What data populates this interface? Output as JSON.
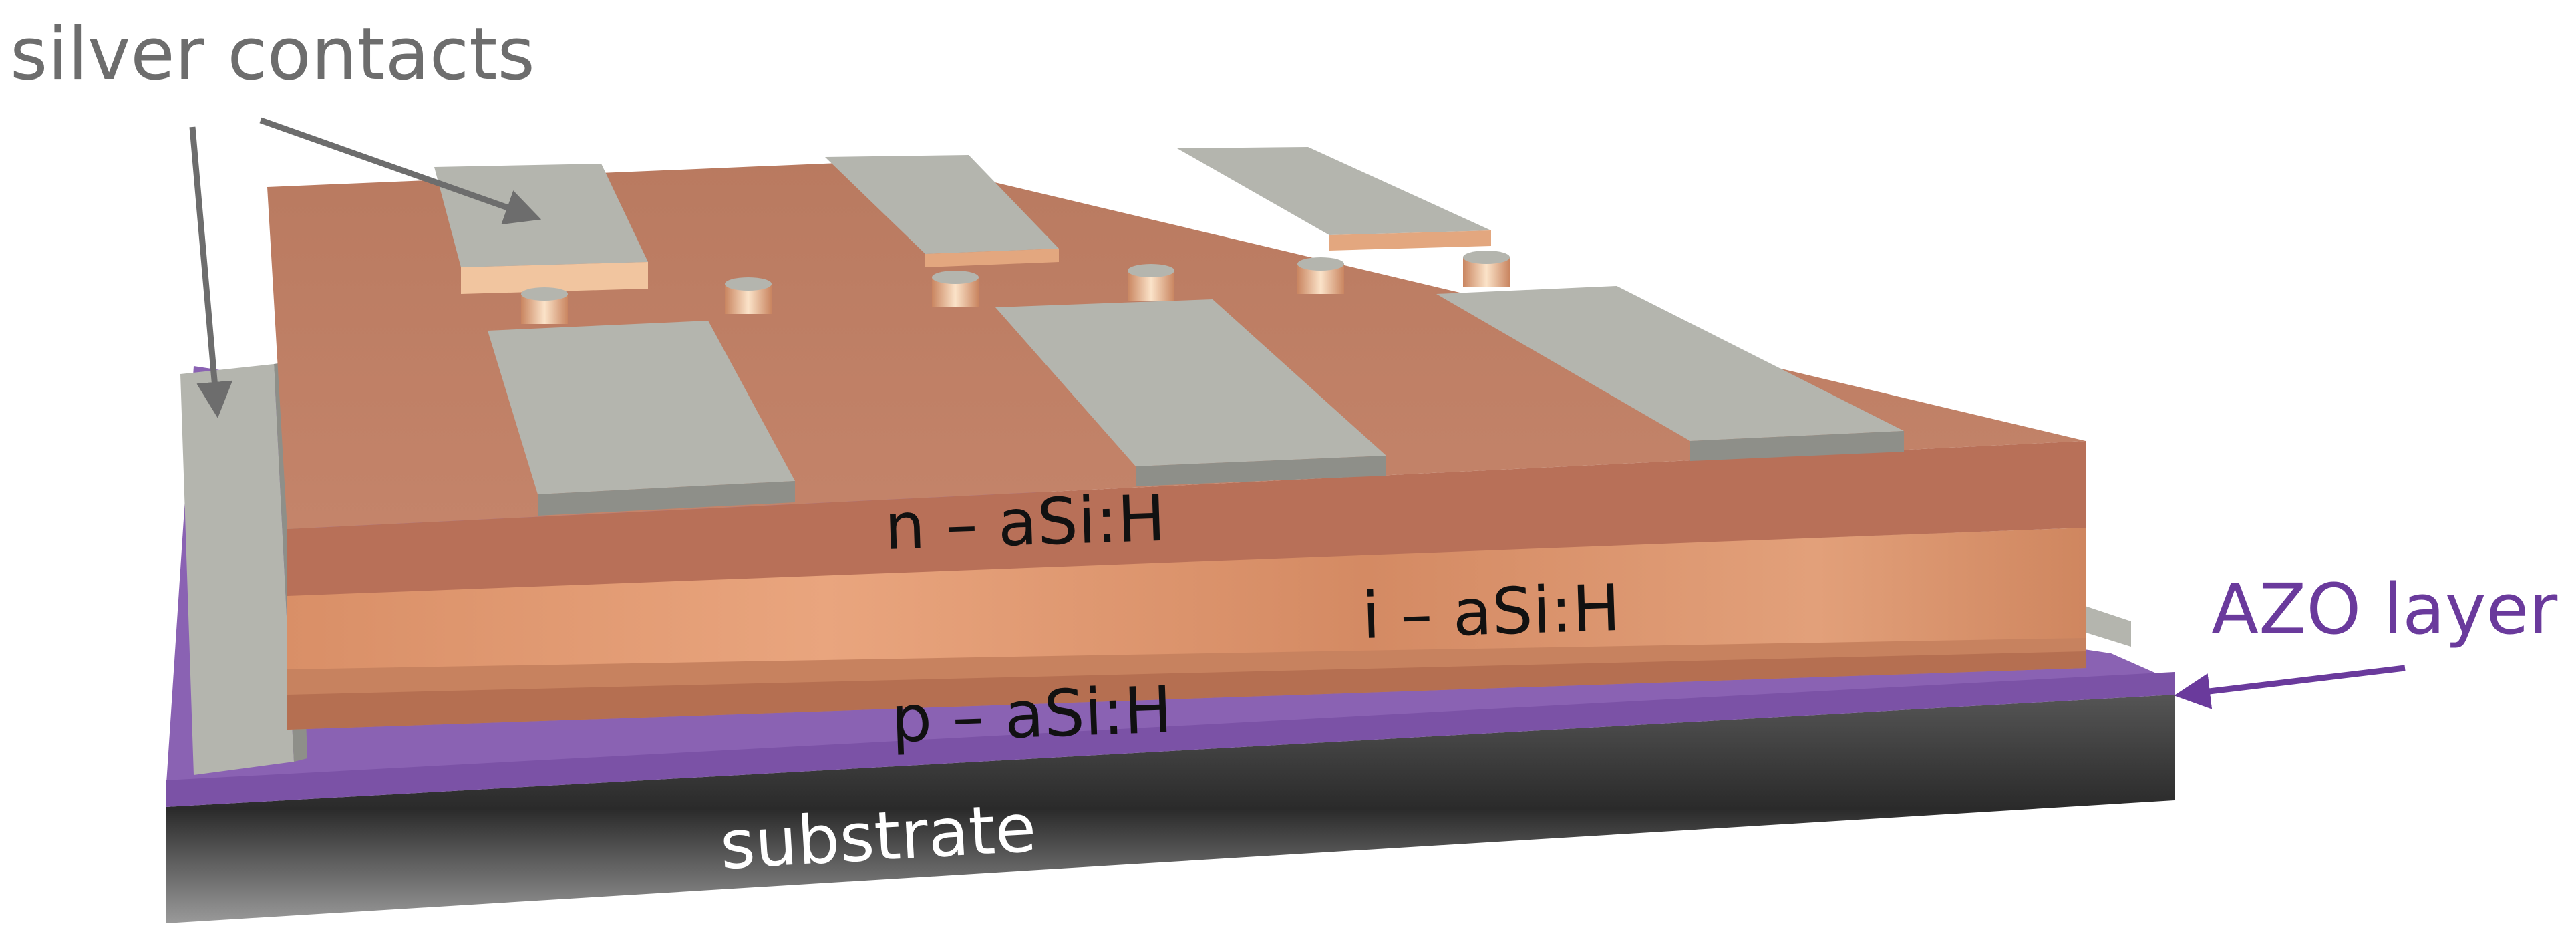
{
  "labels": {
    "silver_contacts": "silver contacts",
    "n_layer": "n – aSi:H",
    "i_layer": "i – aSi:H",
    "p_layer": "p – aSi:H",
    "azo_layer": "AZO layer",
    "substrate": "substrate"
  },
  "colors": {
    "copper_light": "#e6a07a",
    "copper_mid": "#c9825e",
    "copper_dark": "#a8634a",
    "copper_top": "#bf7d62",
    "silver": "#b4b5ae",
    "silver_dark": "#8e8f89",
    "azo": "#7b52a6",
    "azo_dark": "#5d3a86",
    "substrate": "#3a3a3a",
    "label_gray": "#6d6d6d",
    "label_purple": "#6a3a9c",
    "label_dark": "#111111",
    "label_white": "#ffffff"
  }
}
